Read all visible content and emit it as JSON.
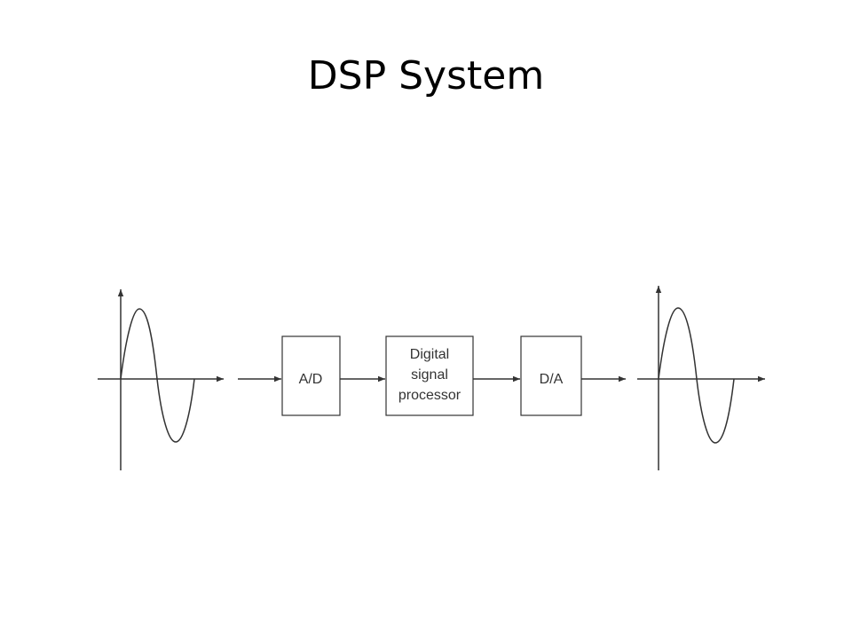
{
  "slide": {
    "title": "DSP System"
  },
  "diagram": {
    "blocks": [
      {
        "id": "ad",
        "label_lines": [
          "A/D"
        ]
      },
      {
        "id": "dsp",
        "label_lines": [
          "Digital",
          "signal",
          "processor"
        ]
      },
      {
        "id": "da",
        "label_lines": [
          "D/A"
        ]
      }
    ],
    "input_signal": "sine-wave",
    "output_signal": "sine-wave",
    "colors": {
      "line": "#333333",
      "background": "#ffffff"
    }
  }
}
